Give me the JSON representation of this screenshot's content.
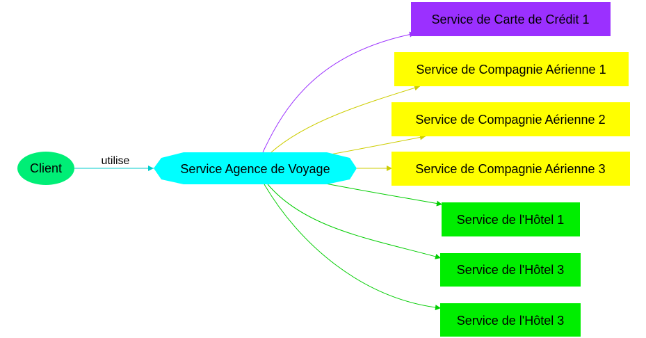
{
  "diagram": {
    "nodes": {
      "client": {
        "label": "Client",
        "fill": "#00ee76"
      },
      "agence": {
        "label": "Service Agence de Voyage",
        "fill": "#00ffff"
      },
      "carte": {
        "label": "Service de Carte de Crédit 1",
        "fill": "#9b30ff"
      },
      "air1": {
        "label": "Service de Compagnie Aérienne 1",
        "fill": "#ffff00"
      },
      "air2": {
        "label": "Service de Compagnie Aérienne 2",
        "fill": "#ffff00"
      },
      "air3": {
        "label": "Service de Compagnie Aérienne 3",
        "fill": "#ffff00"
      },
      "hotel1": {
        "label": "Service de l'Hôtel 1",
        "fill": "#00ee00"
      },
      "hotel3a": {
        "label": "Service de l'Hôtel 3",
        "fill": "#00ee00"
      },
      "hotel3b": {
        "label": "Service de l'Hôtel 3",
        "fill": "#00ee00"
      }
    },
    "edges": {
      "client_agence": {
        "label": "utilise",
        "color": "#00cdcd"
      },
      "agence_carte": {
        "color": "#9b30ff"
      },
      "agence_air": {
        "color": "#cdcd00"
      },
      "agence_hotel": {
        "color": "#00cd00"
      }
    }
  }
}
